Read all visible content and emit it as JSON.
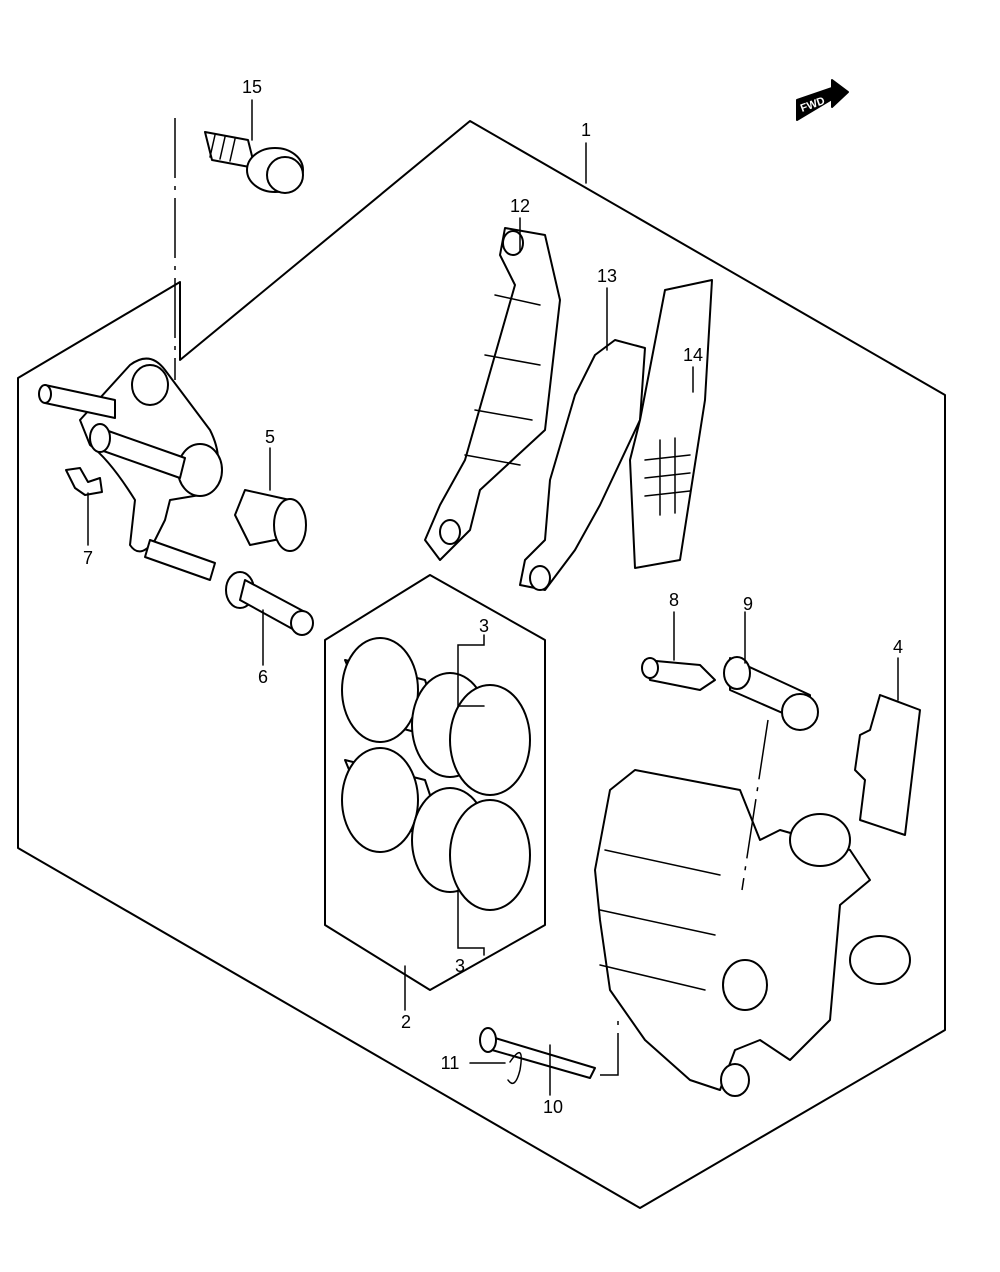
{
  "callouts": {
    "c1": "1",
    "c2": "2",
    "c3a": "3",
    "c3b": "3",
    "c4": "4",
    "c5": "5",
    "c6": "6",
    "c7": "7",
    "c8": "8",
    "c9": "9",
    "c10": "10",
    "c11": "11",
    "c12": "12",
    "c13": "13",
    "c14": "14",
    "c15": "15"
  },
  "fwd_badge": "FWD"
}
